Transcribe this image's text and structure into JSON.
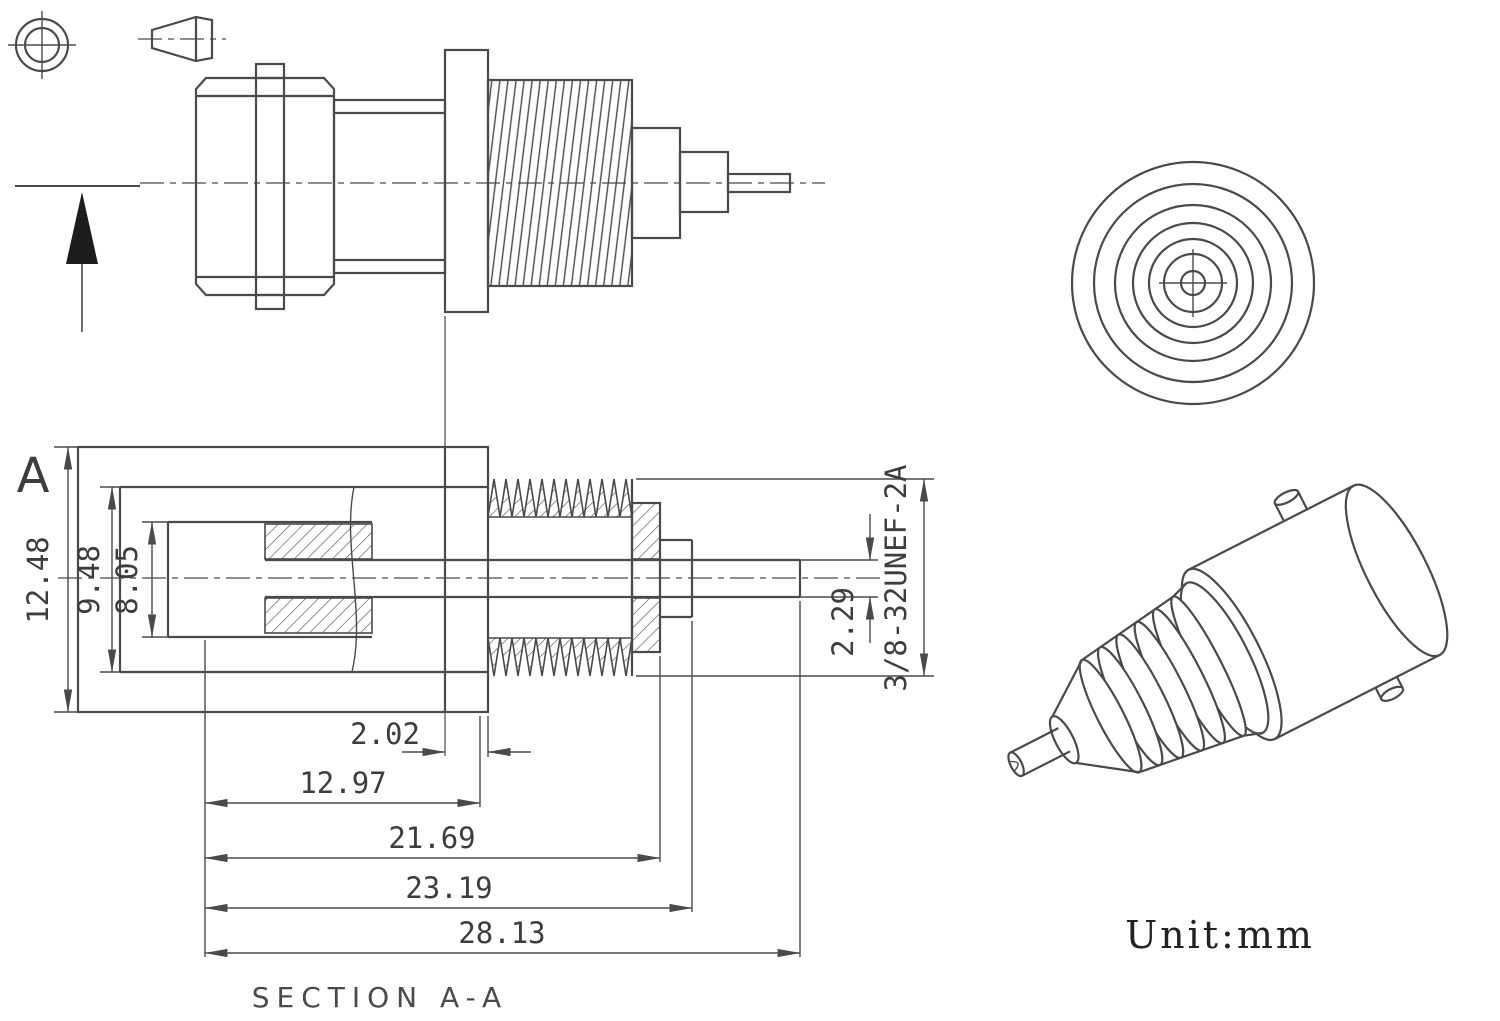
{
  "drawing": {
    "section_label": "SECTION A-A",
    "unit_label": "Unit:mm",
    "section_marker": "A",
    "thread_spec": "3/8-32UNEF-2A",
    "dimensions": {
      "body_od": "12.48",
      "inner_bore": "9.48",
      "insulator_od": "8.05",
      "flange_thickness": "2.02",
      "flange_length": "12.97",
      "collar_length": "21.69",
      "insulator_length": "23.19",
      "overall_length": "28.13",
      "pin_diameter": "2.29"
    }
  }
}
